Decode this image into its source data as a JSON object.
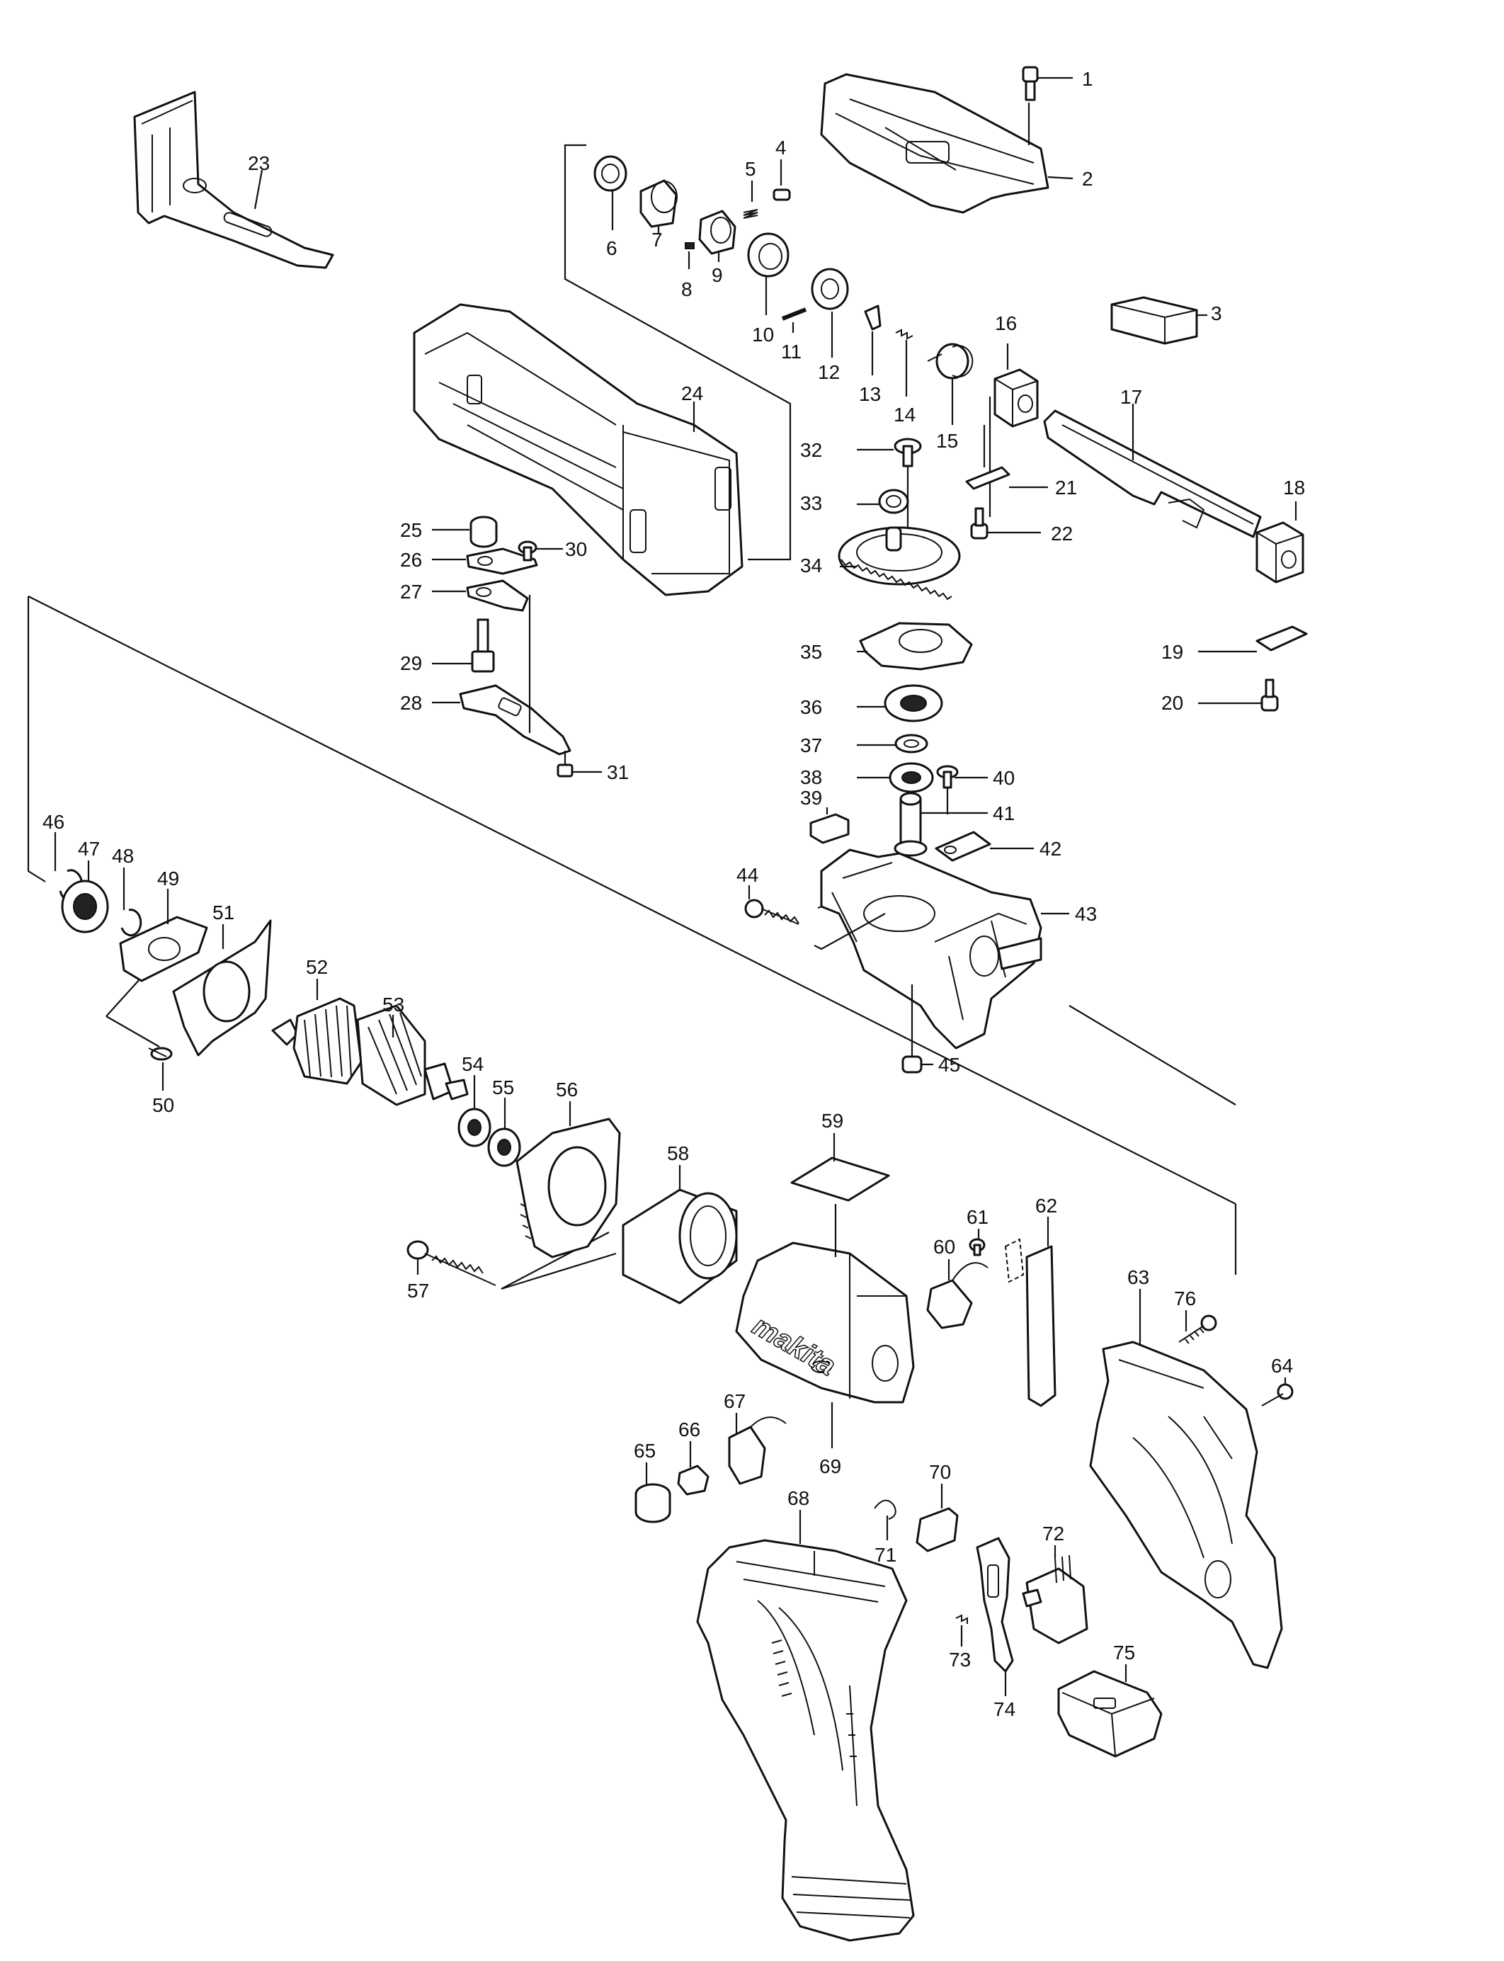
{
  "diagram": {
    "brand_logo": "makita",
    "callouts": [
      {
        "id": "p1",
        "label": "1"
      },
      {
        "id": "p2",
        "label": "2"
      },
      {
        "id": "p3",
        "label": "3"
      },
      {
        "id": "p4",
        "label": "4"
      },
      {
        "id": "p5",
        "label": "5"
      },
      {
        "id": "p6",
        "label": "6"
      },
      {
        "id": "p7",
        "label": "7"
      },
      {
        "id": "p8",
        "label": "8"
      },
      {
        "id": "p9",
        "label": "9"
      },
      {
        "id": "p10",
        "label": "10"
      },
      {
        "id": "p11",
        "label": "11"
      },
      {
        "id": "p12",
        "label": "12"
      },
      {
        "id": "p13",
        "label": "13"
      },
      {
        "id": "p14",
        "label": "14"
      },
      {
        "id": "p15",
        "label": "15"
      },
      {
        "id": "p16",
        "label": "16"
      },
      {
        "id": "p17",
        "label": "17"
      },
      {
        "id": "p18",
        "label": "18"
      },
      {
        "id": "p19",
        "label": "19"
      },
      {
        "id": "p20",
        "label": "20"
      },
      {
        "id": "p21",
        "label": "21"
      },
      {
        "id": "p22",
        "label": "22"
      },
      {
        "id": "p23",
        "label": "23"
      },
      {
        "id": "p24",
        "label": "24"
      },
      {
        "id": "p25",
        "label": "25"
      },
      {
        "id": "p26",
        "label": "26"
      },
      {
        "id": "p27",
        "label": "27"
      },
      {
        "id": "p28",
        "label": "28"
      },
      {
        "id": "p29",
        "label": "29"
      },
      {
        "id": "p30",
        "label": "30"
      },
      {
        "id": "p31",
        "label": "31"
      },
      {
        "id": "p32",
        "label": "32"
      },
      {
        "id": "p33",
        "label": "33"
      },
      {
        "id": "p34",
        "label": "34"
      },
      {
        "id": "p35",
        "label": "35"
      },
      {
        "id": "p36",
        "label": "36"
      },
      {
        "id": "p37",
        "label": "37"
      },
      {
        "id": "p38",
        "label": "38"
      },
      {
        "id": "p39",
        "label": "39"
      },
      {
        "id": "p40",
        "label": "40"
      },
      {
        "id": "p41",
        "label": "41"
      },
      {
        "id": "p42",
        "label": "42"
      },
      {
        "id": "p43",
        "label": "43"
      },
      {
        "id": "p44",
        "label": "44"
      },
      {
        "id": "p45",
        "label": "45"
      },
      {
        "id": "p46",
        "label": "46"
      },
      {
        "id": "p47",
        "label": "47"
      },
      {
        "id": "p48",
        "label": "48"
      },
      {
        "id": "p49",
        "label": "49"
      },
      {
        "id": "p50",
        "label": "50"
      },
      {
        "id": "p51",
        "label": "51"
      },
      {
        "id": "p52",
        "label": "52"
      },
      {
        "id": "p53",
        "label": "53"
      },
      {
        "id": "p54",
        "label": "54"
      },
      {
        "id": "p55",
        "label": "55"
      },
      {
        "id": "p56",
        "label": "56"
      },
      {
        "id": "p57",
        "label": "57"
      },
      {
        "id": "p58",
        "label": "58"
      },
      {
        "id": "p59",
        "label": "59"
      },
      {
        "id": "p60",
        "label": "60"
      },
      {
        "id": "p61",
        "label": "61"
      },
      {
        "id": "p62",
        "label": "62"
      },
      {
        "id": "p63",
        "label": "63"
      },
      {
        "id": "p64",
        "label": "64"
      },
      {
        "id": "p65",
        "label": "65"
      },
      {
        "id": "p66",
        "label": "66"
      },
      {
        "id": "p67",
        "label": "67"
      },
      {
        "id": "p68",
        "label": "68"
      },
      {
        "id": "p69",
        "label": "69"
      },
      {
        "id": "p70",
        "label": "70"
      },
      {
        "id": "p71",
        "label": "71"
      },
      {
        "id": "p72",
        "label": "72"
      },
      {
        "id": "p73",
        "label": "73"
      },
      {
        "id": "p74",
        "label": "74"
      },
      {
        "id": "p75",
        "label": "75"
      },
      {
        "id": "p76",
        "label": "76"
      }
    ]
  }
}
